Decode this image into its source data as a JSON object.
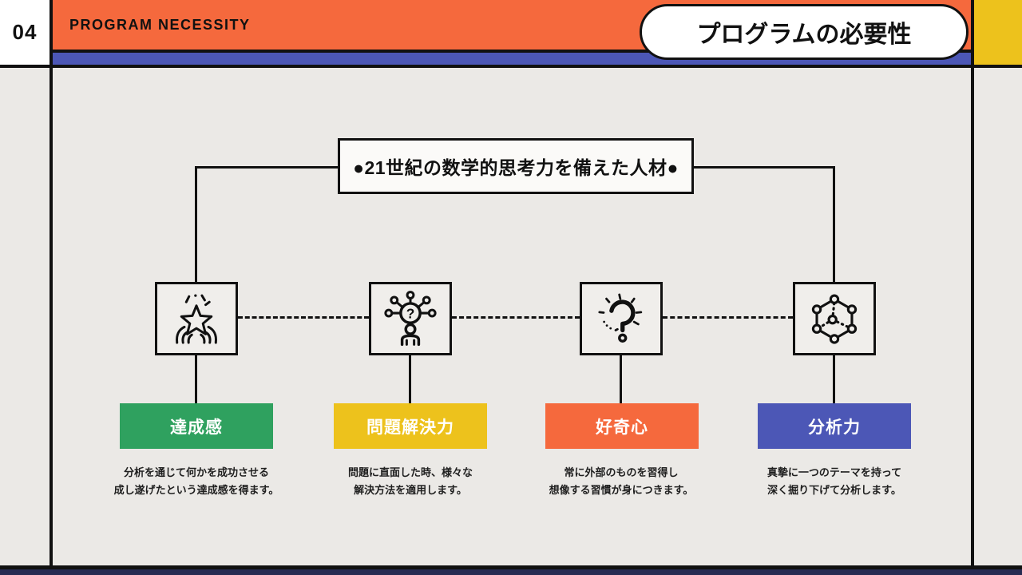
{
  "header": {
    "page_number": "04",
    "kicker": "PROGRAM NECESSITY",
    "title": "プログラムの必要性"
  },
  "colors": {
    "header_orange": "#f5693d",
    "header_blue": "#4c57b6",
    "accent_yellow": "#edc21c",
    "background": "#ebe9e6",
    "ink": "#111111"
  },
  "diagram": {
    "root_label": "●21世紀の数学的思考力を備えた人材●",
    "nodes": [
      {
        "id": "achievement",
        "icon": "hands-star-icon",
        "label": "達成感",
        "color": "#2fa15f",
        "desc1": "分析を通じて何かを成功させる",
        "desc2": "成し遂げたという達成感を得ます。"
      },
      {
        "id": "problem-solving",
        "icon": "question-network-person-icon",
        "label": "問題解決力",
        "color": "#edc21c",
        "desc1": "問題に直面した時、様々な",
        "desc2": "解決方法を適用します。"
      },
      {
        "id": "curiosity",
        "icon": "question-mark-rays-icon",
        "label": "好奇心",
        "color": "#f5693d",
        "desc1": "常に外部のものを習得し",
        "desc2": "想像する習慣が身につきます。"
      },
      {
        "id": "analysis",
        "icon": "wireframe-cube-icon",
        "label": "分析力",
        "color": "#4c57b6",
        "desc1": "真摯に一つのテーマを持って",
        "desc2": "深く掘り下げて分析します。"
      }
    ]
  }
}
